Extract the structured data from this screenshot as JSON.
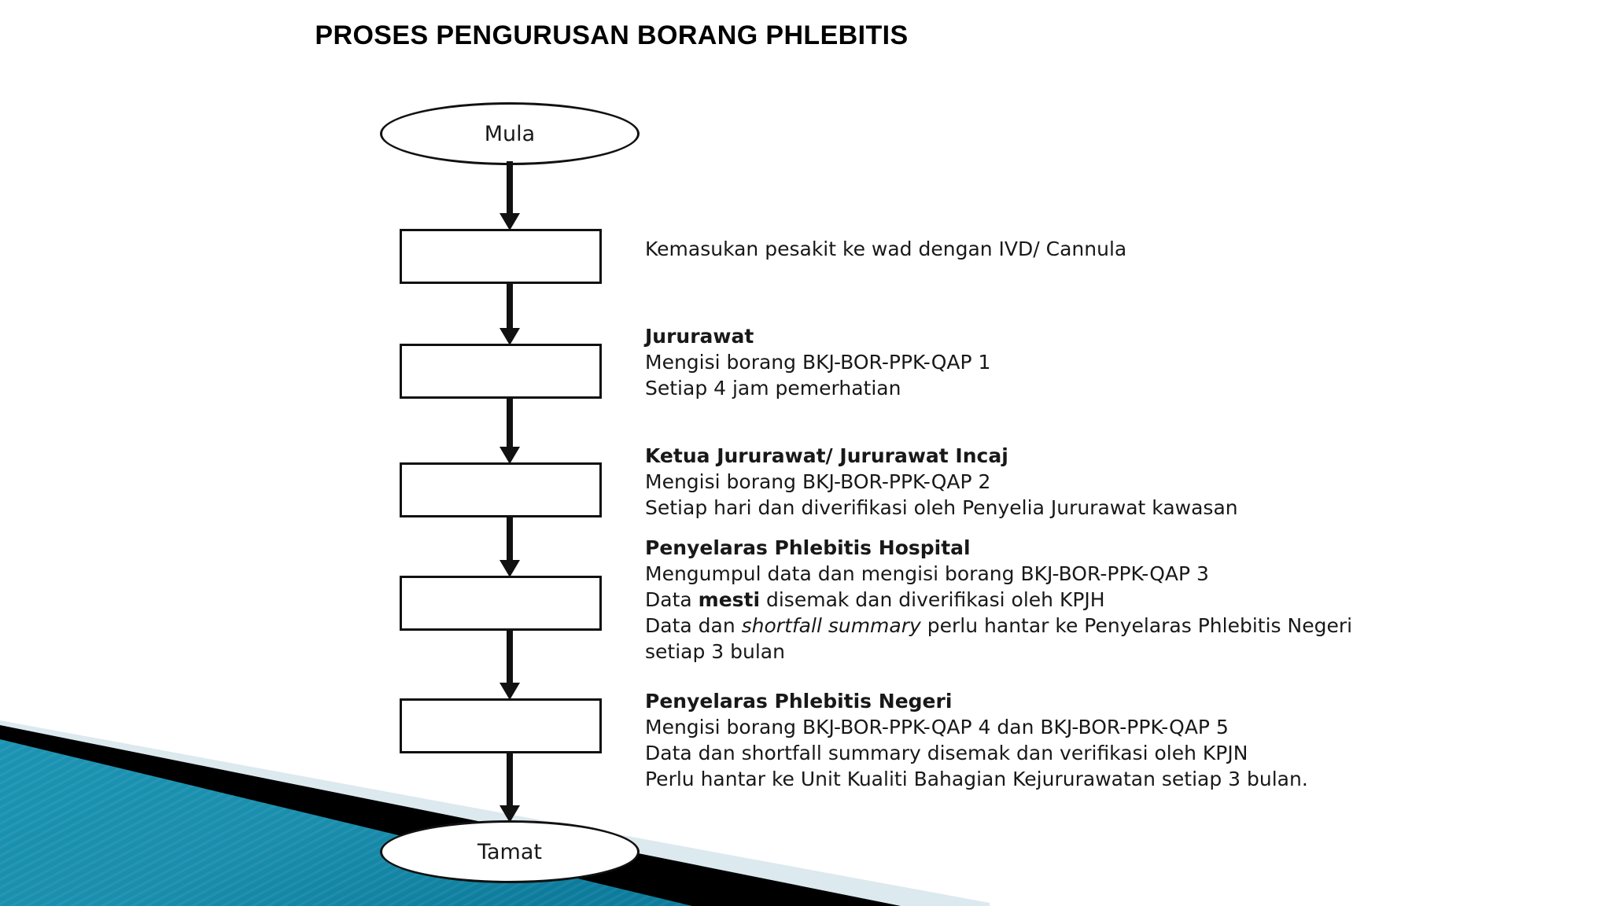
{
  "slide": {
    "title": "PROSES PENGURUSAN BORANG PHLEBITIS",
    "background_color": "#ffffff"
  },
  "colors": {
    "shape_outline": "#111111",
    "text": "#181818",
    "decoration_teal": "#1a8ead",
    "decoration_teal_dark": "#0d7c9c",
    "decoration_black": "#000000",
    "decoration_pale_blue": "#dce9ef"
  },
  "flowchart": {
    "start_node": {
      "label": "Mula",
      "shape": "ellipse"
    },
    "end_node": {
      "label": "Tamat",
      "shape": "ellipse"
    },
    "steps": [
      {
        "box_label": "",
        "note_heading": "",
        "note_lines": [
          {
            "segments": [
              {
                "text": "Kemasukan pesakit ke wad dengan IVD/ Cannula",
                "style": "normal"
              }
            ]
          }
        ]
      },
      {
        "box_label": "",
        "note_heading": "Jururawat",
        "note_lines": [
          {
            "segments": [
              {
                "text": "Mengisi borang BKJ-BOR-PPK-QAP 1",
                "style": "normal"
              }
            ]
          },
          {
            "segments": [
              {
                "text": "Setiap 4 jam pemerhatian",
                "style": "normal"
              }
            ]
          }
        ]
      },
      {
        "box_label": "",
        "note_heading": "Ketua Jururawat/ Jururawat Incaj",
        "note_lines": [
          {
            "segments": [
              {
                "text": "Mengisi borang BKJ-BOR-PPK-QAP 2",
                "style": "normal"
              }
            ]
          },
          {
            "segments": [
              {
                "text": "Setiap hari dan diverifikasi oleh Penyelia Jururawat kawasan",
                "style": "normal"
              }
            ]
          }
        ]
      },
      {
        "box_label": "",
        "note_heading": "Penyelaras Phlebitis Hospital",
        "note_lines": [
          {
            "segments": [
              {
                "text": "Mengumpul data dan mengisi borang BKJ-BOR-PPK-QAP 3",
                "style": "normal"
              }
            ]
          },
          {
            "segments": [
              {
                "text": "Data ",
                "style": "normal"
              },
              {
                "text": "mesti",
                "style": "bold"
              },
              {
                "text": " disemak dan diverifikasi oleh KPJH",
                "style": "normal"
              }
            ]
          },
          {
            "segments": [
              {
                "text": "Data dan ",
                "style": "normal"
              },
              {
                "text": "shortfall summary",
                "style": "italic"
              },
              {
                "text": " perlu hantar ke Penyelaras Phlebitis Negeri",
                "style": "normal"
              }
            ]
          },
          {
            "segments": [
              {
                "text": "setiap 3 bulan",
                "style": "normal"
              }
            ]
          }
        ]
      },
      {
        "box_label": "",
        "note_heading": "Penyelaras Phlebitis Negeri",
        "note_lines": [
          {
            "segments": [
              {
                "text": "Mengisi borang BKJ-BOR-PPK-QAP 4 dan BKJ-BOR-PPK-QAP 5",
                "style": "normal"
              }
            ]
          },
          {
            "segments": [
              {
                "text": "Data dan shortfall summary disemak dan verifikasi oleh KPJN",
                "style": "normal"
              }
            ]
          },
          {
            "segments": [
              {
                "text": "Perlu hantar ke Unit Kualiti Bahagian Kejururawatan setiap 3 bulan.",
                "style": "normal"
              }
            ]
          }
        ]
      }
    ]
  }
}
